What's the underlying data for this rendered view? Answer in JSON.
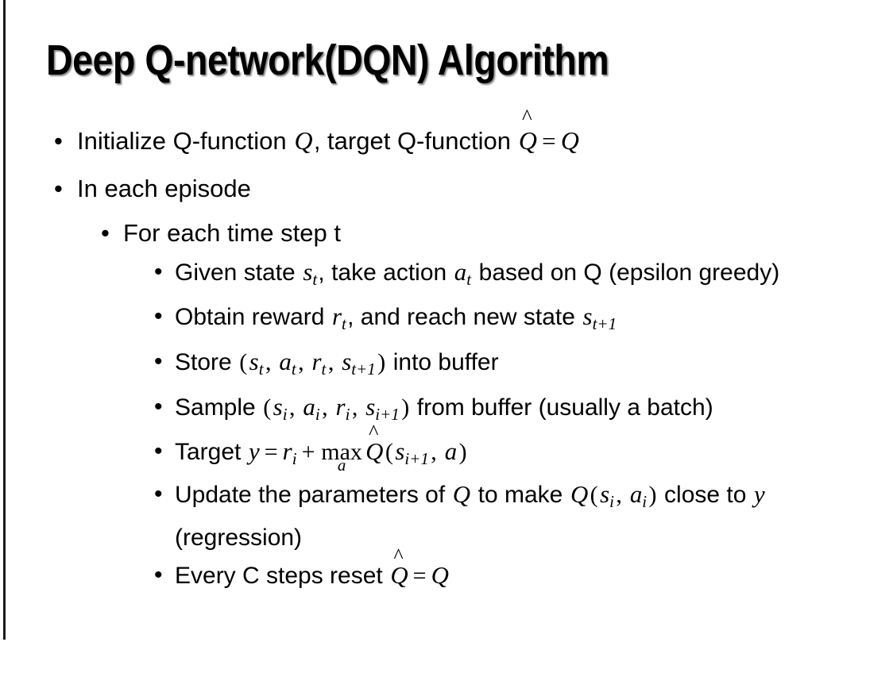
{
  "slide": {
    "title": "Deep Q-network(DQN) Algorithm",
    "bullet_glyph": "•",
    "background_color": "#ffffff",
    "text_color": "#000000",
    "edge_stripe_color": "#1a1a1a"
  },
  "content": {
    "b1": {
      "level": 1,
      "pre": "Initialize Q-function ",
      "var_q1": "Q",
      "mid": ", target Q-function ",
      "var_qhat": "Q",
      "hat": "̂",
      "equals": "=",
      "var_q2": "Q"
    },
    "b2": {
      "level": 1,
      "text": "In each episode"
    },
    "b3": {
      "level": 2,
      "text": "For each time step t"
    },
    "b4": {
      "level": 3,
      "pre": "Given state ",
      "var_s": "s",
      "sub_s": "t",
      "mid": ", take action ",
      "var_a": "a",
      "sub_a": "t",
      "post": " based on Q (epsilon greedy)"
    },
    "b5": {
      "level": 3,
      "pre": "Obtain reward ",
      "var_r": "r",
      "sub_r": "t",
      "mid": ", and reach new state ",
      "var_s": "s",
      "sub_s": "t+1"
    },
    "b6": {
      "level": 3,
      "pre": "Store ",
      "open": "(",
      "var_s1": "s",
      "sub_s1": "t",
      "sep1": ", ",
      "var_a": "a",
      "sub_a": "t",
      "sep2": ", ",
      "var_r": "r",
      "sub_r": "t",
      "sep3": ", ",
      "var_s2": "s",
      "sub_s2": "t+1",
      "close": ")",
      "post": " into buffer"
    },
    "b7": {
      "level": 3,
      "pre": "Sample ",
      "open": "(",
      "var_s1": "s",
      "sub_s1": "i",
      "sep1": ", ",
      "var_a": "a",
      "sub_a": "i",
      "sep2": ", ",
      "var_r": "r",
      "sub_r": "i",
      "sep3": ", ",
      "var_s2": "s",
      "sub_s2": "i+1",
      "close": ")",
      "post": " from buffer (usually a batch)"
    },
    "b8": {
      "level": 3,
      "pre": "Target ",
      "var_y": "y",
      "equals": "=",
      "var_r": "r",
      "sub_r": "i",
      "plus": "+",
      "op": "max",
      "op_limit": "a",
      "var_qhat": "Q",
      "hat": "̂",
      "open": "(",
      "var_s": "s",
      "sub_s": "i+1",
      "sep": ", ",
      "var_a": "a",
      "close": ")"
    },
    "b9": {
      "level": 3,
      "pre": "Update the parameters of ",
      "var_q1": "Q",
      "mid": " to make ",
      "var_q2": "Q",
      "open": "(",
      "var_s": "s",
      "sub_s": "i",
      "sep": ", ",
      "var_a": "a",
      "sub_a": "i",
      "close": ")",
      "post": " close to ",
      "var_y": "y",
      "tail": " (regression)"
    },
    "b10": {
      "level": 3,
      "pre": "Every C steps reset ",
      "var_qhat": "Q",
      "hat": "̂",
      "equals": "=",
      "var_q": "Q"
    }
  }
}
